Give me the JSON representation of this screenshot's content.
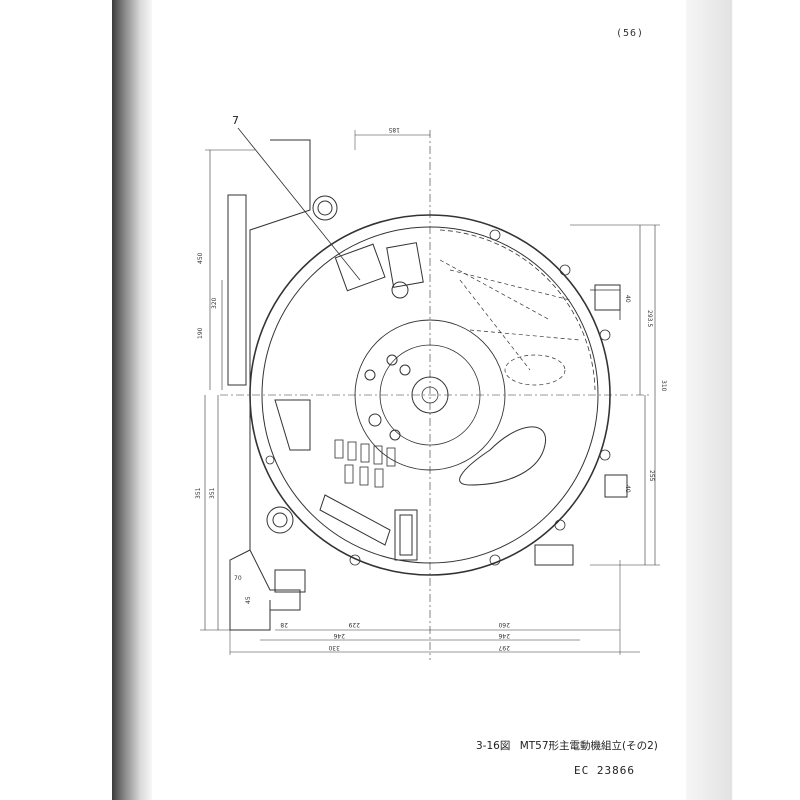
{
  "page": {
    "number": "(56)"
  },
  "caption": {
    "figure_no": "3-16図",
    "title": "MT57形主電動機組立(その2)"
  },
  "doc_code": "EC 23866",
  "callout_label": "7",
  "dimensions": {
    "top": "185",
    "left_outer": "450",
    "left_inner_upper": "320",
    "left_upper_small": "190",
    "left_lower_outer": "351",
    "left_lower_inner": "351",
    "left_bottom": "45",
    "left_bottom_small": "70",
    "right_upper": "293.5",
    "right_main": "310",
    "right_lower": "255",
    "right_small_1": "40",
    "right_small_2": "40",
    "bottom_left_1": "229",
    "bottom_left_2": "246",
    "bottom_left_3": "330",
    "bottom_left_small": "28",
    "bottom_right_1": "260",
    "bottom_right_2": "246",
    "bottom_right_3": "297"
  }
}
